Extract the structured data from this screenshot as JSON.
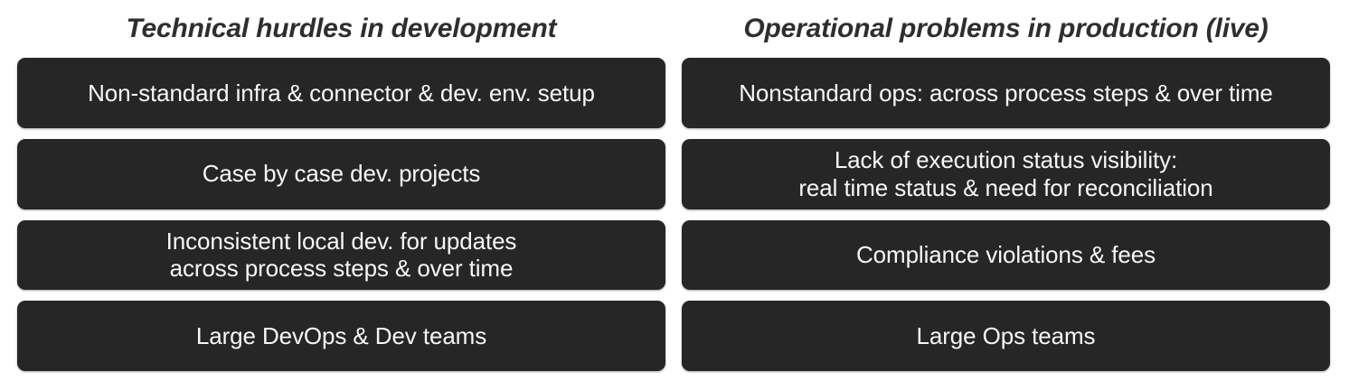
{
  "slide": {
    "background_color": "#ffffff",
    "card_color": "#262626",
    "card_text_color": "#f7f7f7",
    "title_color": "#2e2e2e"
  },
  "columns": [
    {
      "title": "Technical hurdles in development",
      "cards": [
        {
          "text": "Non-standard infra & connector & dev. env. setup"
        },
        {
          "text": "Case by case dev. projects"
        },
        {
          "text": "Inconsistent local dev. for updates\nacross process steps & over time"
        },
        {
          "text": "Large DevOps & Dev teams"
        }
      ]
    },
    {
      "title": "Operational problems in production (live)",
      "cards": [
        {
          "text": "Nonstandard ops: across process steps & over time"
        },
        {
          "text": "Lack of execution status visibility:\nreal time status & need for reconciliation"
        },
        {
          "text": "Compliance violations & fees"
        },
        {
          "text": "Large Ops teams"
        }
      ]
    }
  ]
}
